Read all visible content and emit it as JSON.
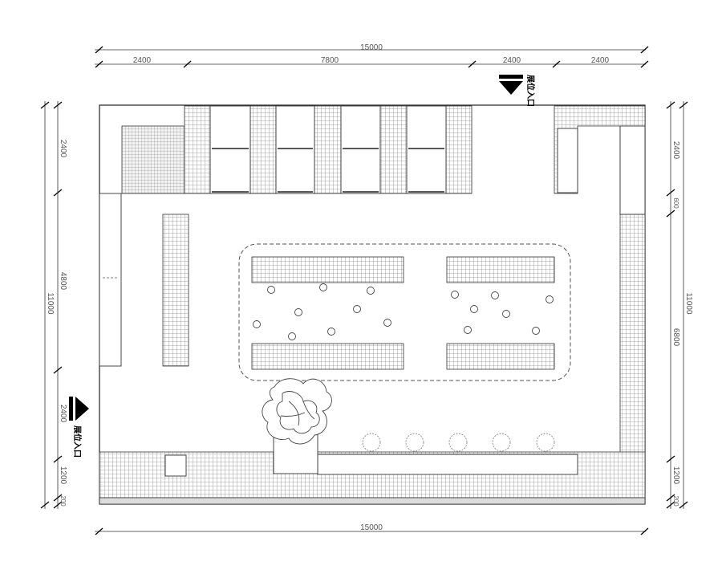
{
  "dimensions": {
    "top_total": "15000",
    "top_segments": [
      "2400",
      "7800",
      "2400",
      "2400"
    ],
    "bottom_total": "15000",
    "left_total": "11000",
    "left_segments": [
      "2400",
      "4800",
      "2400",
      "1200",
      "200"
    ],
    "right_total": "11000",
    "right_segments": [
      "2400",
      "600",
      "6800",
      "1200",
      "200"
    ]
  },
  "entrances": {
    "top_label": "展位入口",
    "left_label": "展位入口"
  },
  "icons": [
    "entrance-arrow-icon",
    "plant-icon",
    "stool-icon"
  ],
  "colors": {
    "line": "#222222",
    "grid": "#555555",
    "background": "#ffffff"
  }
}
